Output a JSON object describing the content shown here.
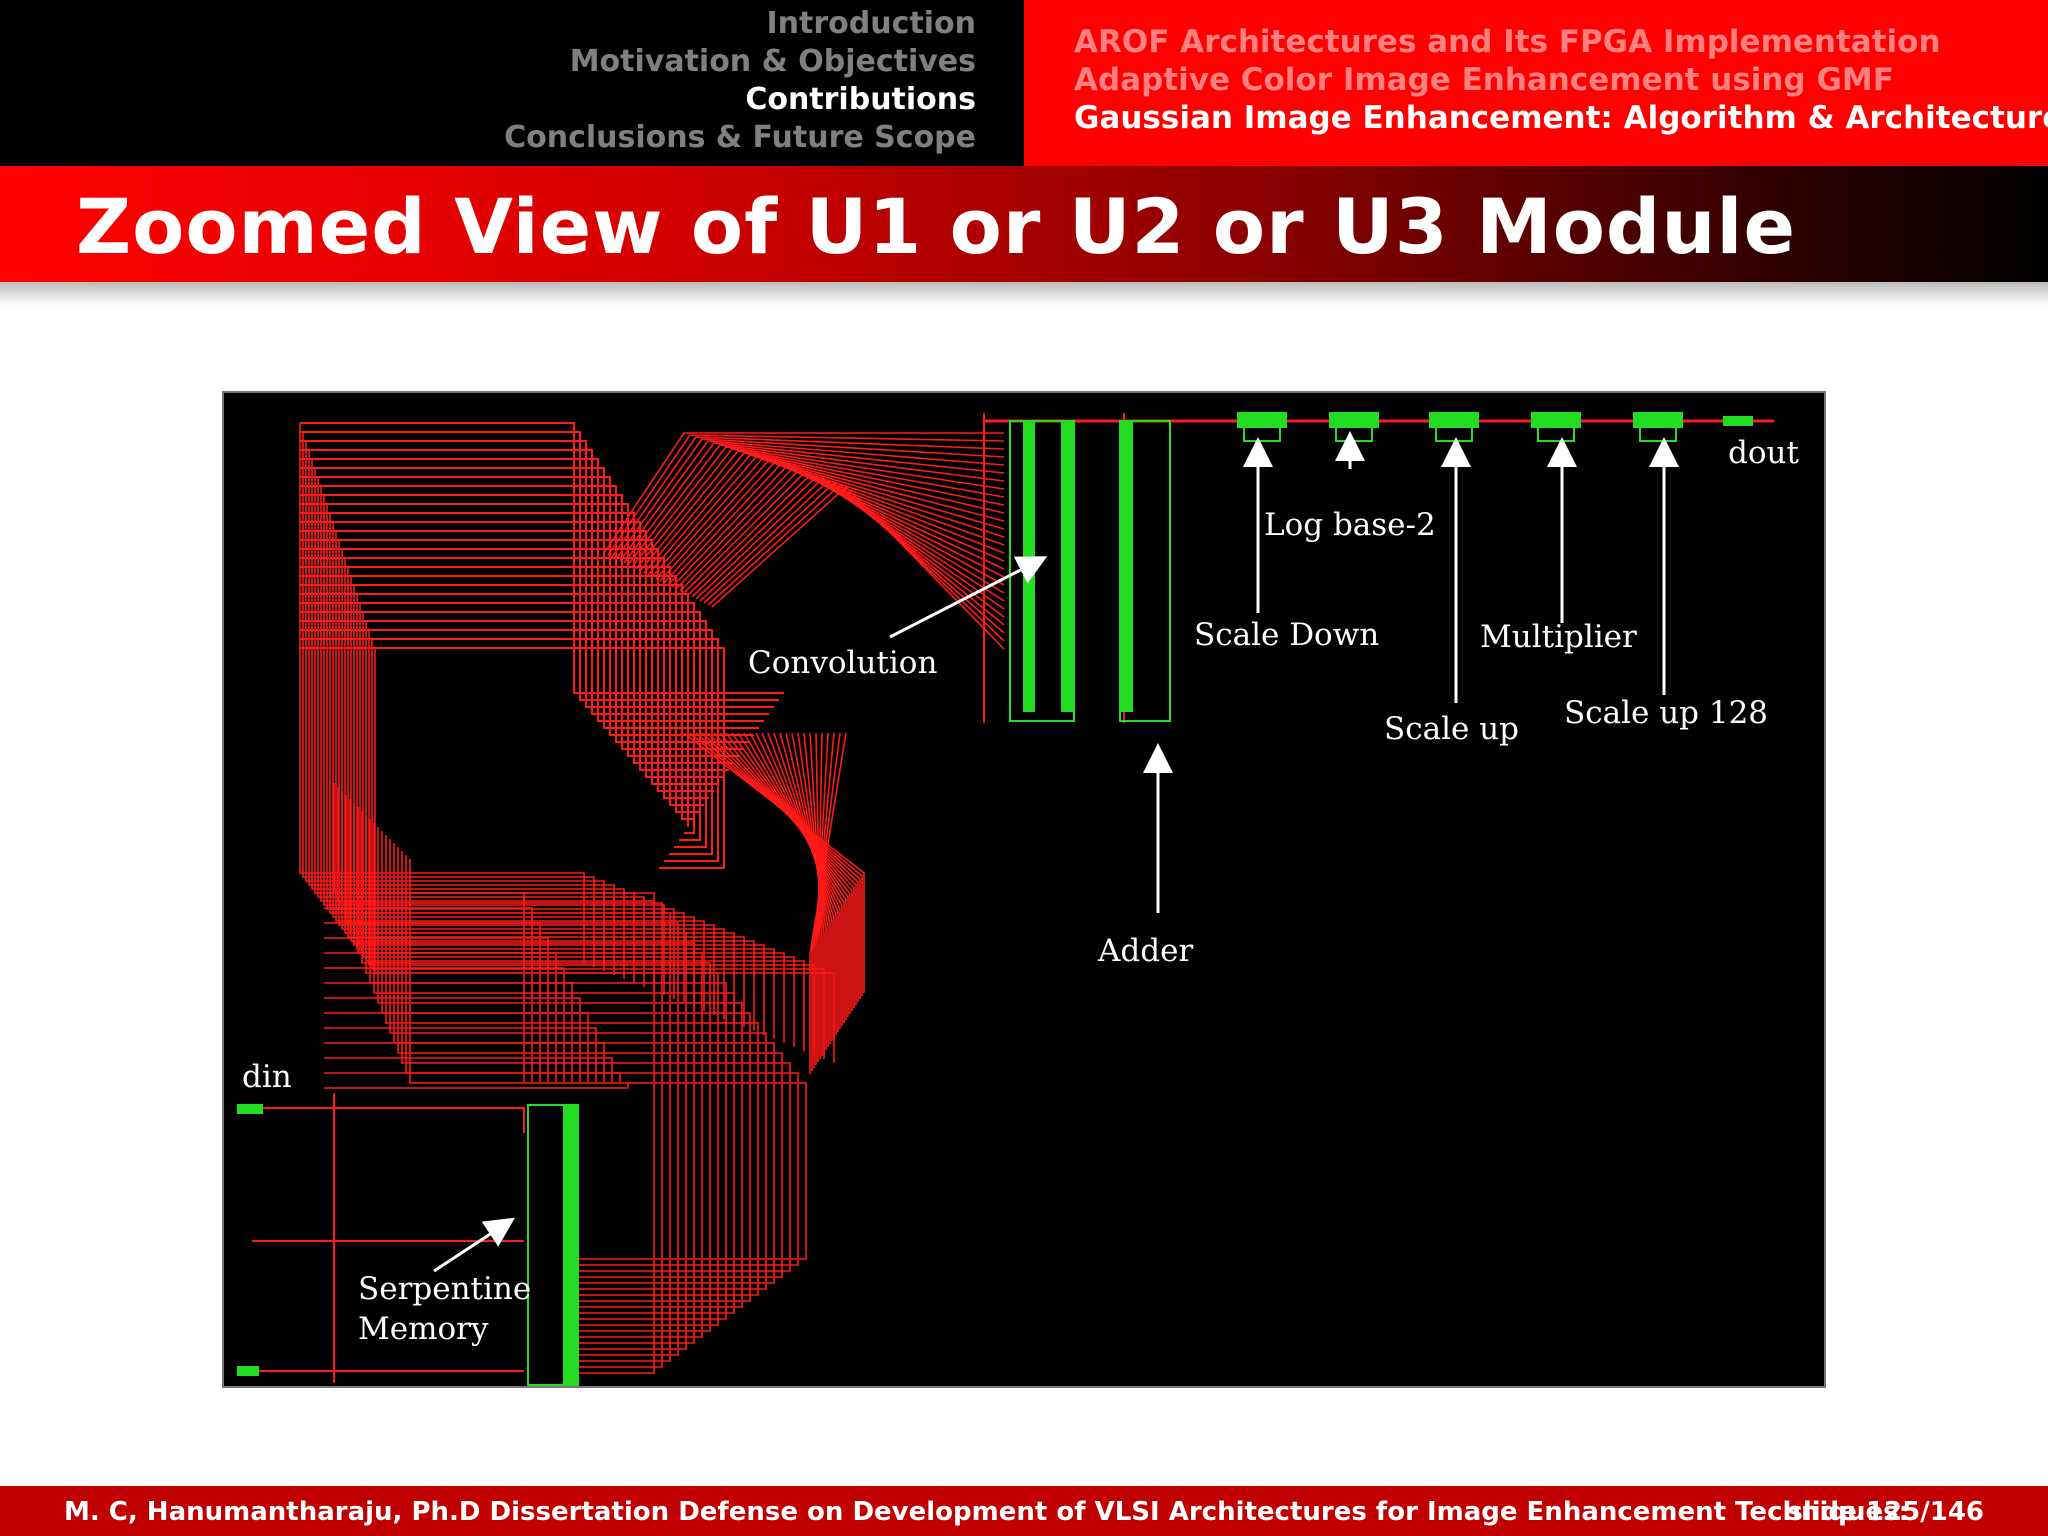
{
  "nav": {
    "left_items": [
      "Introduction",
      "Motivation & Objectives",
      "Contributions",
      "Conclusions & Future Scope"
    ],
    "left_active": "Contributions",
    "right_items": [
      "AROF Architectures and Its FPGA Implementation",
      "Adaptive Color Image Enhancement using GMF",
      "Gaussian Image Enhancement: Algorithm & Architecture"
    ],
    "right_active": "Gaussian Image Enhancement: Algorithm & Architecture"
  },
  "title": "Zoomed View of U1 or U2 or U3 Module",
  "figure": {
    "labels": {
      "din": "din",
      "dout": "dout",
      "log_base": "Log base-2",
      "scale_down": "Scale Down",
      "multiplier": "Multiplier",
      "scale_up": "Scale up",
      "scale_up_128": "Scale up 128",
      "convolution": "Convolution",
      "adder": "Adder",
      "serpentine_1": "Serpentine",
      "serpentine_2": "Memory"
    },
    "colors": {
      "background": "#000000",
      "wire": "#ff1a1a",
      "block": "#22dd22",
      "label": "#ffffff"
    }
  },
  "footer": {
    "credit": "M. C, Hanumantharaju, Ph.D Dissertation Defense on Development of VLSI Architectures for Image Enhancement Techniques:",
    "slide": "slide 125/146"
  }
}
